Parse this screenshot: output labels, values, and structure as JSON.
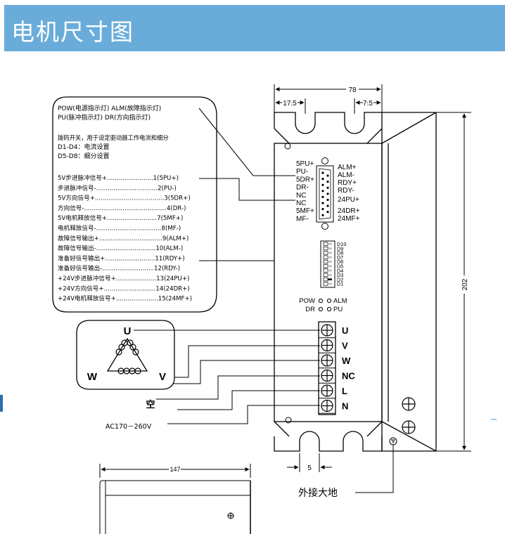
{
  "page": {
    "title": "电机尺寸图"
  },
  "dimensions": {
    "top_width": "78",
    "left_offset": "17.5",
    "right_offset": "7.5",
    "height": "202",
    "bottom_slot": "5",
    "side_length": "147"
  },
  "legend": {
    "indicator_lines": [
      "POW(电源指示灯)  ALM(故障指示灯)",
      "PU(脉冲指示灯)    DR(方向指示灯)"
    ],
    "switch_lines": [
      "拨码开关，用于设定驱动器工作电流和细分",
      "D1-D4：电流设置",
      "D5-D8：细分设置"
    ],
    "signals": [
      "5V步进脉冲信号+........................1(5PU+)",
      "步进脉冲信号-................................2(PU-)",
      "5V方向信号+....................................3(5DR+)",
      "方向信号-...........................................4(DR-)",
      "5V电机释放信号+..........................7(5MF+)",
      "电机释放信号-..................................8(MF-)",
      "故障信号输出+.................................9(ALM+)",
      "故障信号输出-...............................10(ALM-)",
      "准备好信号输出+..........................11(RDY+)",
      "准备好信号输出-...........................12(RDY-)",
      "+24V步进脉冲信号+.....................13(24PU+)",
      "+24V方向信号+...........................14(24DR+)",
      "+24V电机释放信号+......................15(24MF+)"
    ]
  },
  "connector": {
    "left_pins": [
      "5PU+",
      "PU-",
      "5DR+",
      "DR-",
      "NC",
      "NC",
      "5MF+",
      "MF-"
    ],
    "right_pins": [
      "ALM+",
      "ALM-",
      "RDY+",
      "RDY-",
      "24PU+",
      "24DR+",
      "24MF+"
    ]
  },
  "dip_switch": {
    "labels": [
      "D10",
      "D9",
      "D8",
      "D7",
      "D6",
      "D5",
      "D4",
      "D3",
      "D2",
      "D1"
    ]
  },
  "leds": {
    "left": [
      "POW",
      "DR"
    ],
    "right": [
      "ALM",
      "PU"
    ]
  },
  "terminals": {
    "labels": [
      "U",
      "V",
      "W",
      "NC",
      "L",
      "N"
    ]
  },
  "motor": {
    "u": "U",
    "v": "V",
    "w": "W"
  },
  "annotations": {
    "nc_label": "空",
    "ac_label": "AC170－260V",
    "ground_label": "外接大地"
  }
}
